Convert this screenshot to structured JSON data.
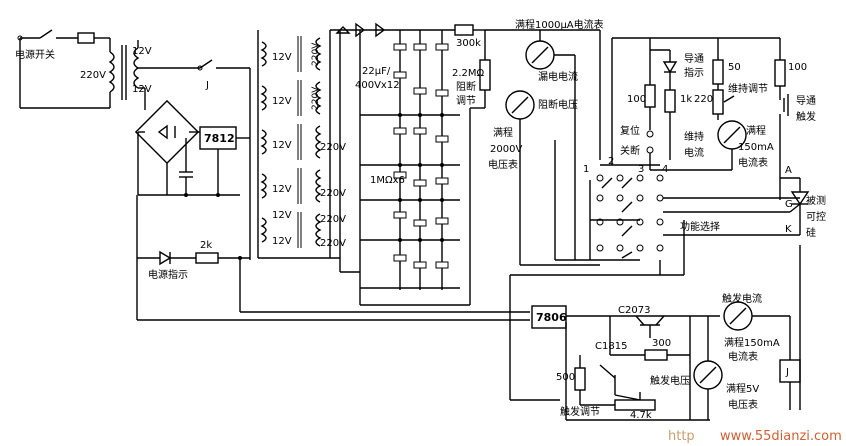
{
  "labels": {
    "power_switch": "电源开关",
    "v220_in": "220V",
    "v12_a": "12V",
    "v12_b": "12V",
    "reg_7812": "7812",
    "switch_j": "J",
    "power_indicator": "电源指示",
    "r2k": "2k",
    "sec12": [
      "12V",
      "12V",
      "12V",
      "12V",
      "12V",
      "12V"
    ],
    "sec220": [
      "220V",
      "220V",
      "220V",
      "220V",
      "220V",
      "220V"
    ],
    "cap_spec_1": "22μF/",
    "cap_spec_2": "400Vx12",
    "res_mo": "1MΩx6",
    "r300k": "300k",
    "pot_22mo_1": "2.2MΩ",
    "pot_22mo_2": "阻断",
    "pot_22mo_3": "调节",
    "meter_1000ua": "满程1000μA电流表",
    "leak_current": "漏电电流",
    "block_voltage": "阻断电压",
    "v2000_1": "满程",
    "v2000_2": "2000V",
    "v2000_3": "电压表",
    "reset_1": "复位",
    "reset_2": "关断",
    "on_ind_1": "导通",
    "on_ind_2": "指示",
    "r100_a": "100",
    "r1k": "1k",
    "r50": "50",
    "r220": "220",
    "hold_adj": "维持调节",
    "r100_b": "100",
    "on_trig_1": "导通",
    "on_trig_2": "触发",
    "hold_cur_1": "维持",
    "hold_cur_2": "电流",
    "ma150_1": "满程",
    "ma150_2": "150mA",
    "ma150_3": "电流表",
    "sw_num": [
      "1",
      "2",
      "3",
      "4"
    ],
    "func_select": "功能选择",
    "pin_a": "A",
    "pin_g": "G",
    "pin_k": "K",
    "dut_1": "被测",
    "dut_2": "可控",
    "dut_3": "硅",
    "reg_7806": "7806",
    "c2073": "C2073",
    "c1815": "C1815",
    "r300": "300",
    "r500": "500",
    "trig_cur": "触发电流",
    "trig_ma_1": "满程150mA",
    "trig_ma_2": "电流表",
    "trig_volt": "触发电压",
    "v5_1": "满程5V",
    "v5_2": "电压表",
    "trig_adj": "触发调节",
    "r47k": "4.7k",
    "relay_j": "J"
  },
  "watermark": {
    "prefix": "http",
    "site": "www.55dianzi.com"
  }
}
